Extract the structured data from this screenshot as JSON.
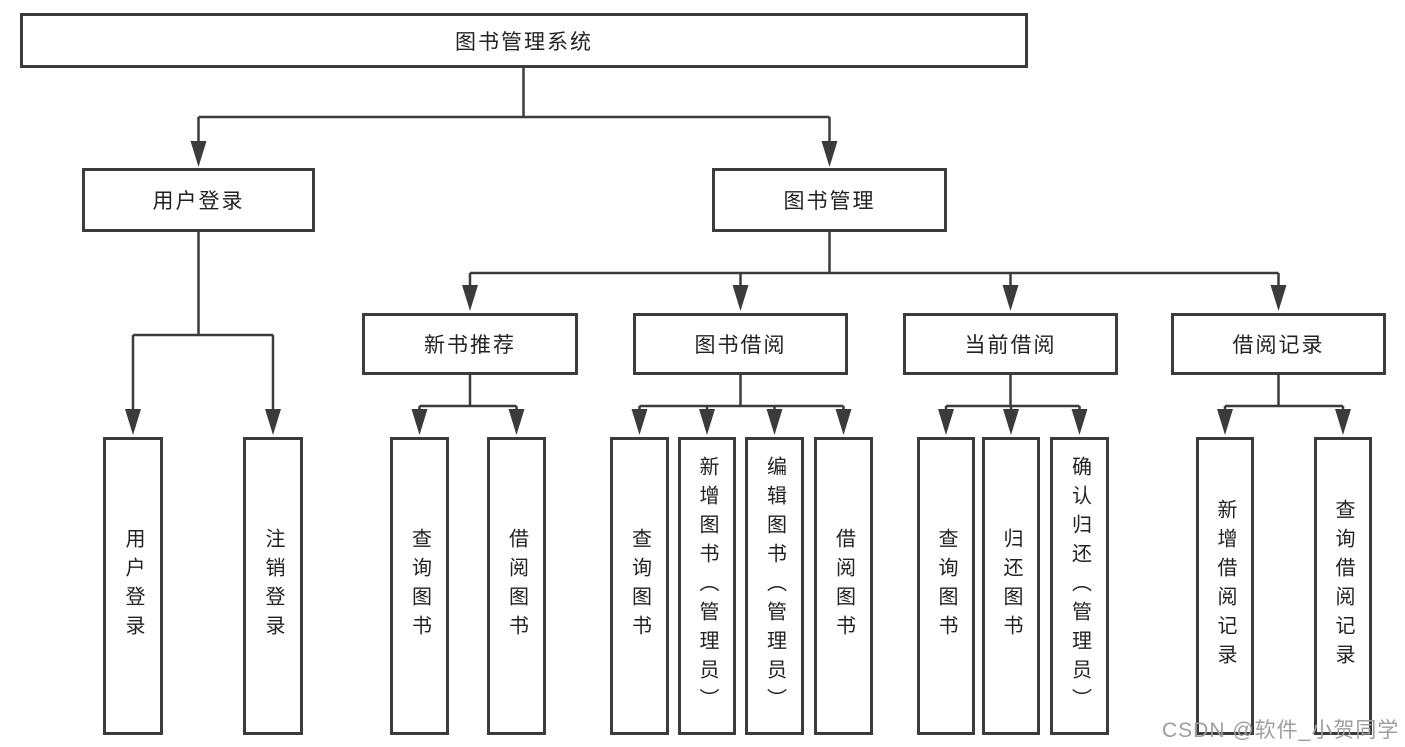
{
  "tree": {
    "label": "图书管理系统",
    "children": [
      {
        "label": "用户登录",
        "children": [
          {
            "label": "用户登录"
          },
          {
            "label": "注销登录"
          }
        ]
      },
      {
        "label": "图书管理",
        "children": [
          {
            "label": "新书推荐",
            "children": [
              {
                "label": "查询图书"
              },
              {
                "label": "借阅图书"
              }
            ]
          },
          {
            "label": "图书借阅",
            "children": [
              {
                "label": "查询图书"
              },
              {
                "label": "新增图书（管理员）"
              },
              {
                "label": "编辑图书（管理员）"
              },
              {
                "label": "借阅图书"
              }
            ]
          },
          {
            "label": "当前借阅",
            "children": [
              {
                "label": "查询图书"
              },
              {
                "label": "归还图书"
              },
              {
                "label": "确认归还（管理员）"
              }
            ]
          },
          {
            "label": "借阅记录",
            "children": [
              {
                "label": "新增借阅记录"
              },
              {
                "label": "查询借阅记录"
              }
            ]
          }
        ]
      }
    ]
  },
  "watermark": {
    "text": "CSDN @软件_小贺同学"
  },
  "colors": {
    "line": "#3b3b3b",
    "text": "#222222",
    "watermark": "#9e9e9e",
    "background": "#ffffff"
  }
}
